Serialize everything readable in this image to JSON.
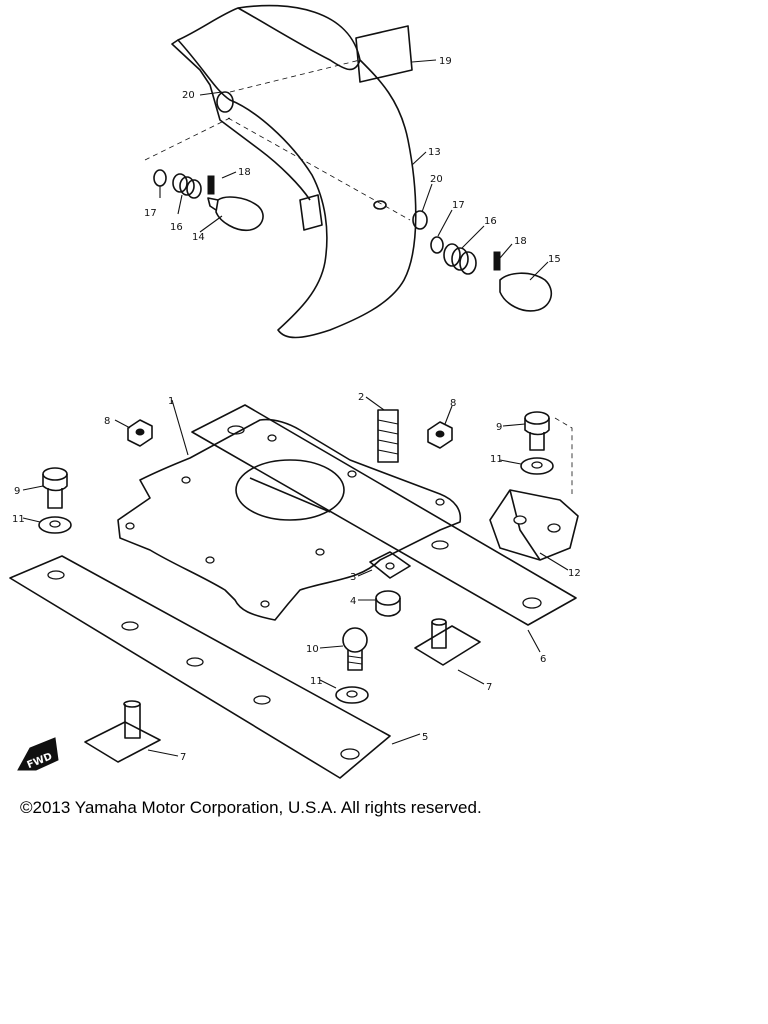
{
  "diagram": {
    "callouts": {
      "c1": "1",
      "c2": "2",
      "c3": "3",
      "c4": "4",
      "c5": "5",
      "c6": "6",
      "c7a": "7",
      "c7b": "7",
      "c8a": "8",
      "c8b": "8",
      "c9a": "9",
      "c9b": "9",
      "c10": "10",
      "c11a": "11",
      "c11b": "11",
      "c11c": "11",
      "c12": "12",
      "c13": "13",
      "c14": "14",
      "c15": "15",
      "c16a": "16",
      "c16b": "16",
      "c17a": "17",
      "c17b": "17",
      "c18a": "18",
      "c18b": "18",
      "c19": "19",
      "c20a": "20",
      "c20b": "20"
    },
    "fwd_label": "FWD"
  },
  "footer": {
    "copyright": "©2013 Yamaha Motor Corporation, U.S.A. All rights reserved."
  }
}
